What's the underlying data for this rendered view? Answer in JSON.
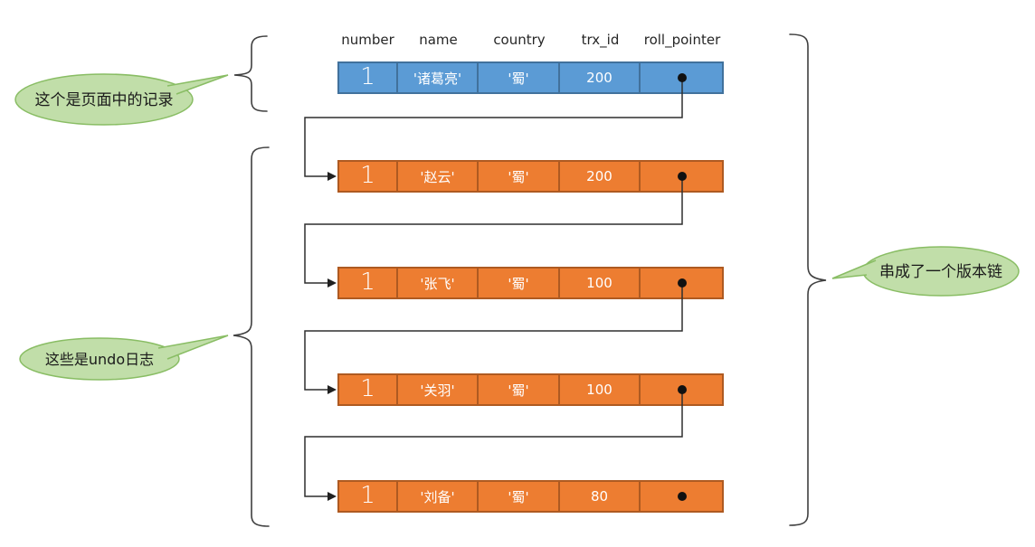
{
  "headers": [
    "number",
    "name",
    "country",
    "trx_id",
    "roll_pointer"
  ],
  "rows": [
    {
      "kind": "page-record",
      "number": "1",
      "name": "'诸葛亮'",
      "country": "'蜀'",
      "trx_id": "200"
    },
    {
      "kind": "undo-log",
      "number": "1",
      "name": "'赵云'",
      "country": "'蜀'",
      "trx_id": "200"
    },
    {
      "kind": "undo-log",
      "number": "1",
      "name": "'张飞'",
      "country": "'蜀'",
      "trx_id": "100"
    },
    {
      "kind": "undo-log",
      "number": "1",
      "name": "'关羽'",
      "country": "'蜀'",
      "trx_id": "100"
    },
    {
      "kind": "undo-log",
      "number": "1",
      "name": "'刘备'",
      "country": "'蜀'",
      "trx_id": "80"
    }
  ],
  "annotations": {
    "page_record": "这个是页面中的记录",
    "undo_logs": "这些是undo日志",
    "version_chain": "串成了一个版本链"
  },
  "icons": {
    "roll_pointer_dot": "roll-pointer-dot",
    "chain_arrow": "chain-arrowhead"
  },
  "colors": {
    "page_record_fill": "#5B9BD5",
    "page_record_border": "#41719C",
    "undo_log_fill": "#ED7D31",
    "undo_log_border": "#AE5A21",
    "callout_fill": "#C1DEA9",
    "callout_border": "#89BD64",
    "line_color": "#303030"
  }
}
